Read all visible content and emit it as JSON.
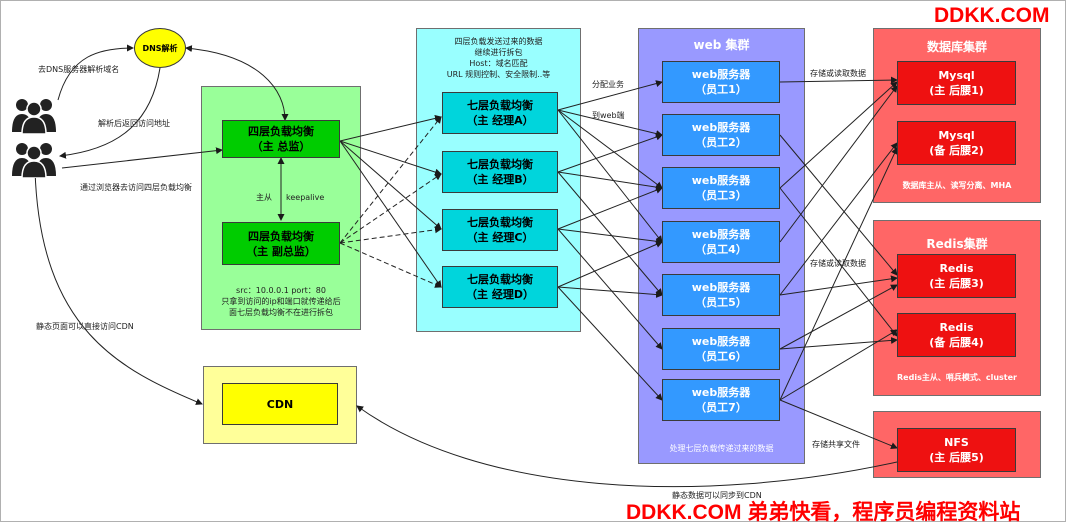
{
  "colors": {
    "lb_zone": "#99ff99",
    "lb_node": "#00cc00",
    "l7_zone": "#99ffff",
    "l7_node": "#00d5dc",
    "web_zone": "#9999ff",
    "web_node": "#3399ff",
    "db_zone": "#ff6666",
    "db_node": "#ee1111",
    "cdn_zone": "#ffff99",
    "cdn_node": "#ffff00",
    "dns": "#ffff00",
    "brand": "#ff0000"
  },
  "brand_top": "DDKK.COM",
  "brand_bottom": "DDKK.COM 弟弟快看，程序员编程资料站",
  "users": {
    "icon_top": "users-icon",
    "icon_bottom": "users-icon",
    "label_dns_query": "去DNS服务器解析域名",
    "label_dns_reply": "解析后返回访问地址",
    "label_browser": "通过浏览器去访问四层负载均衡",
    "label_static_cdn": "静态页面可以直接访问CDN"
  },
  "dns": {
    "label": "DNS解析"
  },
  "l4": {
    "master_line1": "四层负载均衡",
    "master_line2": "（主  总监）",
    "backup_line1": "四层负载均衡",
    "backup_line2": "（主 副总监）",
    "left_label": "主从",
    "right_label": "keepalive",
    "note_line1": "src：10.0.0.1     port：80",
    "note_line2": "只拿到访问的ip和端口就传递给后",
    "note_line3": "面七层负载均衡不在进行拆包"
  },
  "l7": {
    "header_line1": "四层负载发送过来的数据",
    "header_line2": "继续进行拆包",
    "header_line3": "Host：域名匹配",
    "header_line4": "URL 规则控制、安全限制..等",
    "nodes": [
      {
        "line1": "七层负载均衡",
        "line2": "（主  经理A）"
      },
      {
        "line1": "七层负载均衡",
        "line2": "（主  经理B）"
      },
      {
        "line1": "七层负载均衡",
        "line2": "（主  经理C）"
      },
      {
        "line1": "七层负载均衡",
        "line2": "（主  经理D）"
      }
    ],
    "label_assign": "分配业务",
    "label_to_web": "到web端"
  },
  "web": {
    "title": "web 集群",
    "footer": "处理七层负载传递过来的数据",
    "nodes": [
      {
        "line1": "web服务器",
        "line2": "（员工1）"
      },
      {
        "line1": "web服务器",
        "line2": "（员工2）"
      },
      {
        "line1": "web服务器",
        "line2": "（员工3）"
      },
      {
        "line1": "web服务器",
        "line2": "（员工4）"
      },
      {
        "line1": "web服务器",
        "line2": "（员工5）"
      },
      {
        "line1": "web服务器",
        "line2": "（员工6）"
      },
      {
        "line1": "web服务器",
        "line2": "（员工7）"
      }
    ],
    "label_store_db": "存储或读取数据",
    "label_store_redis": "存储或读取数据",
    "label_store_nfs": "存储共享文件"
  },
  "db": {
    "title": "数据库集群",
    "nodes": [
      {
        "line1": "Mysql",
        "line2": "(主 后腰1)"
      },
      {
        "line1": "Mysql",
        "line2": "(备 后腰2)"
      }
    ],
    "note": "数据库主从、读写分离、MHA"
  },
  "redis": {
    "title": "Redis集群",
    "nodes": [
      {
        "line1": "Redis",
        "line2": "(主 后腰3)"
      },
      {
        "line1": "Redis",
        "line2": "(备 后腰4)"
      }
    ],
    "note": "Redis主从、哨兵模式、cluster"
  },
  "nfs": {
    "line1": "NFS",
    "line2": "(主 后腰5)"
  },
  "cdn": {
    "label": "CDN",
    "sync_label": "静态数据可以同步到CDN"
  }
}
